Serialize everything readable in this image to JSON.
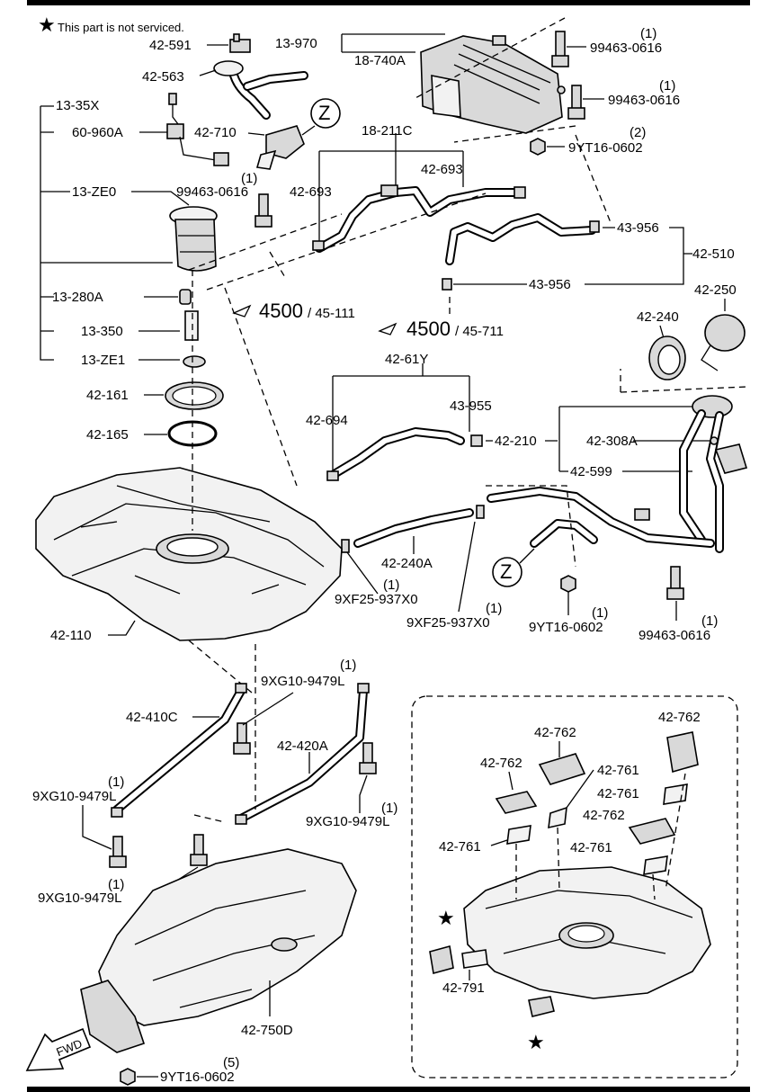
{
  "note": {
    "star": "★",
    "text": "This part is not serviced."
  },
  "labels": {
    "p42_591": "42-591",
    "p42_563": "42-563",
    "p13_970": "13-970",
    "p18_740A": "18-740A",
    "p99463_1": "99463-0616",
    "p99463_1_qty": "(1)",
    "p99463_2": "99463-0616",
    "p99463_2_qty": "(1)",
    "p9YT16_a": "9YT16-0602",
    "p9YT16_a_qty": "(2)",
    "p13_35X": "13-35X",
    "p60_960A": "60-960A",
    "p42_710": "42-710",
    "z_top": "Z",
    "p18_211C": "18-211C",
    "p42_693a": "42-693",
    "p42_693b": "42-693",
    "p13_ZE0": "13-ZE0",
    "p99463_3": "99463-0616",
    "p99463_3_qty": "(1)",
    "p43_956a": "43-956",
    "p42_510": "42-510",
    "p43_956b": "43-956",
    "p13_280A": "13-280A",
    "ref1_num": "4500",
    "ref1_sub": "/ 45-111",
    "ref2_num": "4500",
    "ref2_sub": "/ 45-711",
    "p42_250": "42-250",
    "p42_240": "42-240",
    "p13_350": "13-350",
    "p13_ZE1": "13-ZE1",
    "p42_61Y": "42-61Y",
    "p42_161": "42-161",
    "p43_955": "43-955",
    "p42_694": "42-694",
    "p42_165": "42-165",
    "p42_210": "42-210",
    "p42_308A": "42-308A",
    "p42_599": "42-599",
    "p42_240A": "42-240A",
    "z_mid": "Z",
    "p9XF25_a": "9XF25-937X0",
    "p9XF25_a_qty": "(1)",
    "p9XF25_b": "9XF25-937X0",
    "p9XF25_b_qty": "(1)",
    "p9YT16_b": "9YT16-0602",
    "p9YT16_b_qty": "(1)",
    "p99463_4": "99463-0616",
    "p99463_4_qty": "(1)",
    "p42_110": "42-110",
    "p9XG10_a": "9XG10-9479L",
    "p9XG10_a_qty": "(1)",
    "p42_410C": "42-410C",
    "p42_420A": "42-420A",
    "p9XG10_b": "9XG10-9479L",
    "p9XG10_b_qty": "(1)",
    "p9XG10_c": "9XG10-9479L",
    "p9XG10_c_qty": "(1)",
    "p9XG10_d": "9XG10-9479L",
    "p9XG10_d_qty": "(1)",
    "p42_762a": "42-762",
    "p42_762b": "42-762",
    "p42_762c": "42-762",
    "p42_762d": "42-762",
    "p42_761a": "42-761",
    "p42_761b": "42-761",
    "p42_761c": "42-761",
    "p42_761d": "42-761",
    "p42_791": "42-791",
    "p42_750D": "42-750D",
    "p9YT16_c": "9YT16-0602",
    "p9YT16_c_qty": "(5)",
    "fwd": "FWD",
    "star_a": "★",
    "star_b": "★"
  }
}
